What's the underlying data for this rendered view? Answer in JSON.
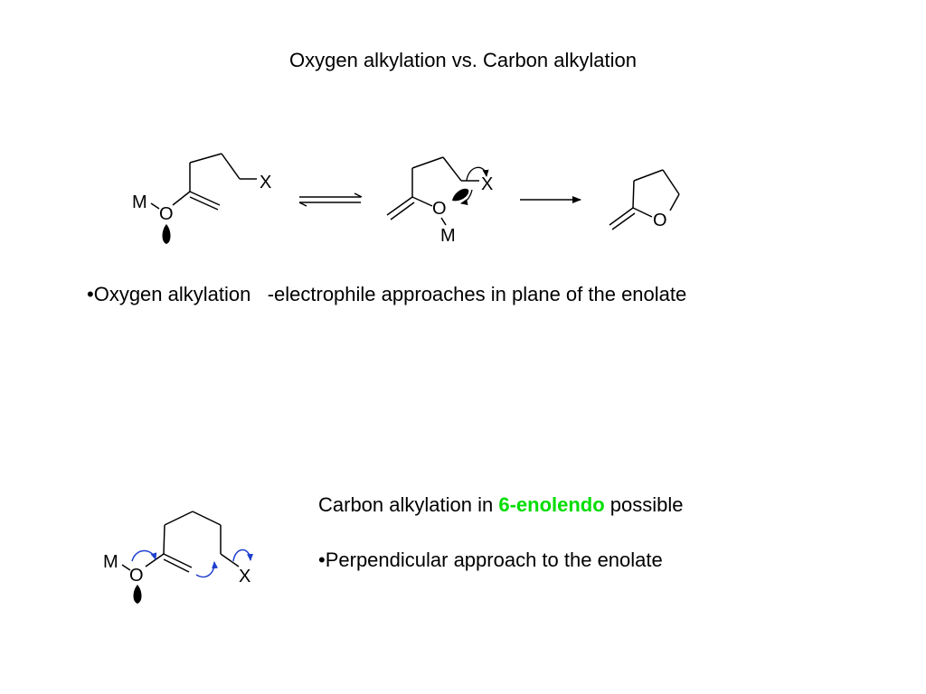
{
  "slide": {
    "title": "Oxygen alkylation vs. Carbon alkylation"
  },
  "oxygen_alkylation": {
    "bullet_label": "•Oxygen alkylation",
    "description": "-electrophile approaches in plane of the enolate",
    "atoms": {
      "metal": "M",
      "oxygen": "O",
      "leaving_group": "X"
    }
  },
  "carbon_alkylation": {
    "heading_prefix": "Carbon alkylation in ",
    "heading_highlight": "6-enolendo",
    "heading_suffix": " possible",
    "bullet": "•Perpendicular approach to the enolate",
    "highlight_color": "#00dd00",
    "arrow_color": "#1f3fd0",
    "atoms": {
      "metal": "M",
      "oxygen": "O",
      "leaving_group": "X"
    }
  }
}
